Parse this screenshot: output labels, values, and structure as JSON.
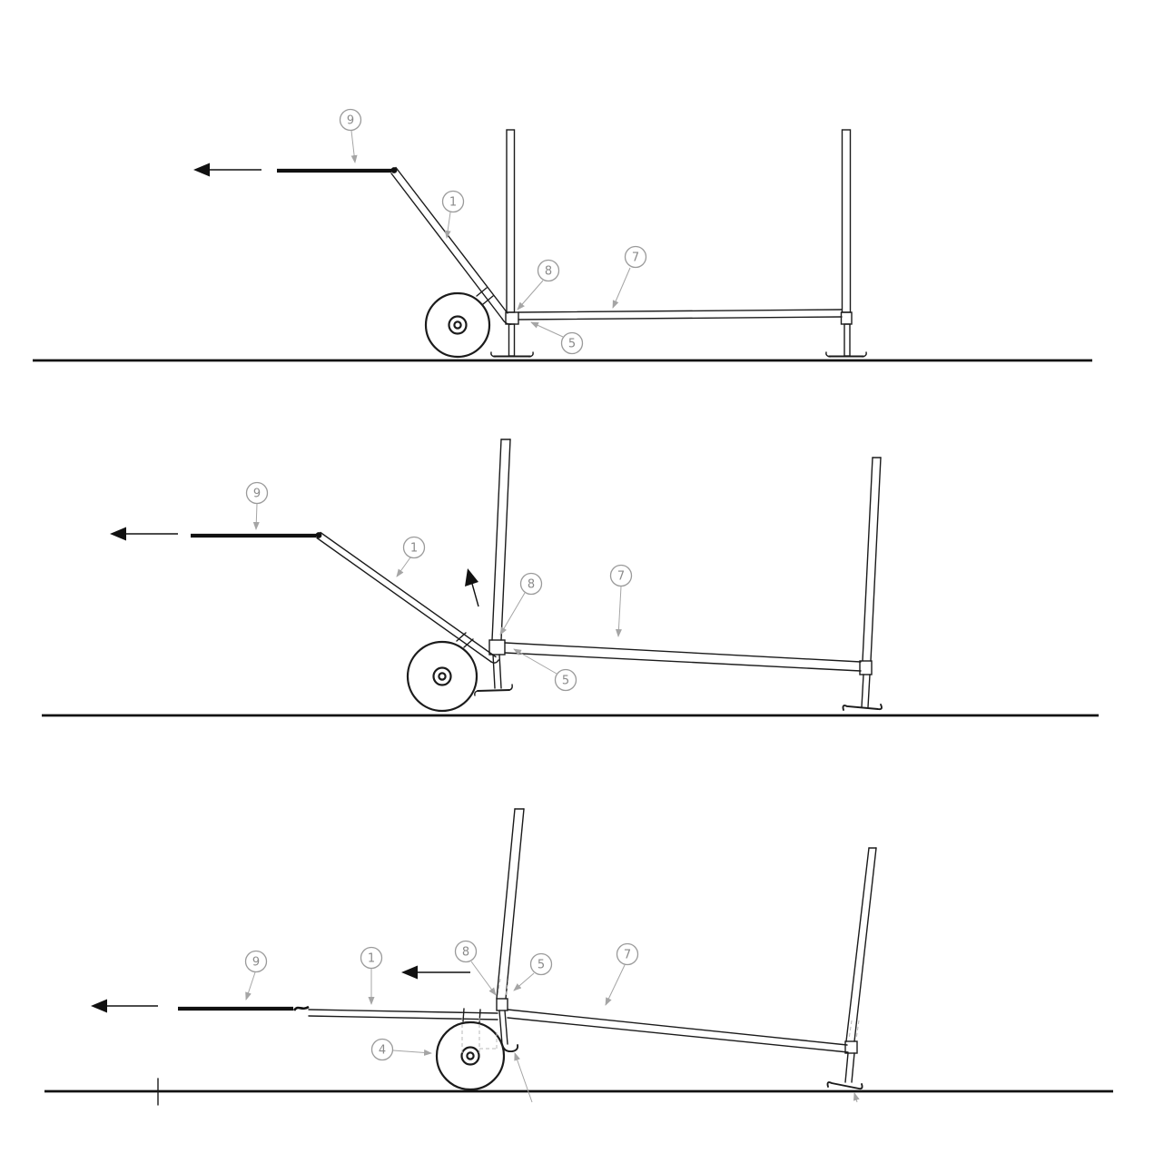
{
  "colors": {
    "line": "#1b1b1b",
    "callout_stroke": "#9a9a9a",
    "callout_text": "#8a8a8a",
    "leader": "#a5a5a5",
    "background": "#ffffff"
  },
  "panels": [
    {
      "callouts": [
        {
          "label": "9"
        },
        {
          "label": "1"
        },
        {
          "label": "8"
        },
        {
          "label": "7"
        },
        {
          "label": "5"
        }
      ]
    },
    {
      "callouts": [
        {
          "label": "9"
        },
        {
          "label": "1"
        },
        {
          "label": "8"
        },
        {
          "label": "7"
        },
        {
          "label": "5"
        }
      ]
    },
    {
      "callouts": [
        {
          "label": "9"
        },
        {
          "label": "1"
        },
        {
          "label": "8"
        },
        {
          "label": "5"
        },
        {
          "label": "7"
        },
        {
          "label": "4"
        }
      ]
    }
  ]
}
